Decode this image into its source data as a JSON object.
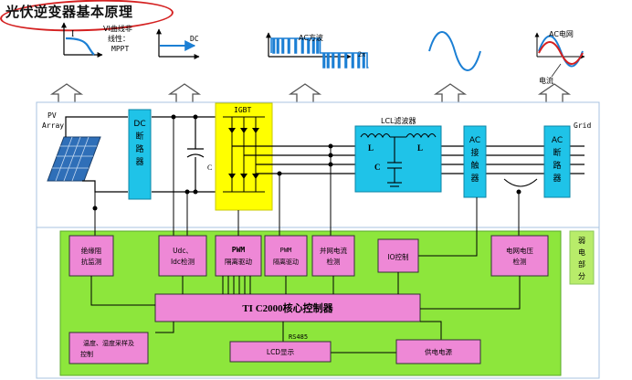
{
  "title": "光伏逆变器基本原理",
  "top_icons": {
    "i_label": "I",
    "vi_label_1": "VI曲线非",
    "vi_label_2": "线性：",
    "vi_label_3": "MPPT",
    "dc_label": "DC",
    "ac_square_label": "AC方波",
    "two_pi": "2π",
    "ac_grid_label": "AC电网",
    "current_label": "电流"
  },
  "power_stage": {
    "pv_array_1": "PV",
    "pv_array_2": "Array",
    "dc_breaker": [
      "DC",
      "断",
      "路",
      "器"
    ],
    "cap_label": "C",
    "igbt_label": "IGBT",
    "lcl_title": "LCL滤波器",
    "lcl_l1": "L",
    "lcl_l2": "L",
    "lcl_c": "C",
    "ac_contactor": [
      "AC",
      "接",
      "触",
      "器"
    ],
    "ac_breaker": [
      "AC",
      "断",
      "路",
      "器"
    ],
    "grid_label": "Grid"
  },
  "control": {
    "weak_power": [
      "弱",
      "电",
      "部",
      "分"
    ],
    "insulation": [
      "绝缘阻",
      "抗监测"
    ],
    "udc": [
      "Udc、",
      "Idc检测"
    ],
    "pwm1": [
      "PWM",
      "隔离驱动"
    ],
    "pwm2": [
      "PWM",
      "隔离驱动"
    ],
    "grid_current": [
      "并网电流",
      "检测"
    ],
    "io_control": "IO控制",
    "grid_voltage": [
      "电网电压",
      "检测"
    ],
    "controller": "TI C2000核心控制器",
    "temp": [
      "温度、湿度采样及",
      "控制"
    ],
    "rs485": "RS485",
    "lcd": "LCD显示",
    "power_supply": "供电电源"
  },
  "colors": {
    "cyan": "#1fc3e8",
    "yellow": "#ffff00",
    "green": "#8de63c",
    "magenta": "#ee88d6",
    "weak_bg": "#b8ec6a",
    "oval": "#d42020"
  }
}
